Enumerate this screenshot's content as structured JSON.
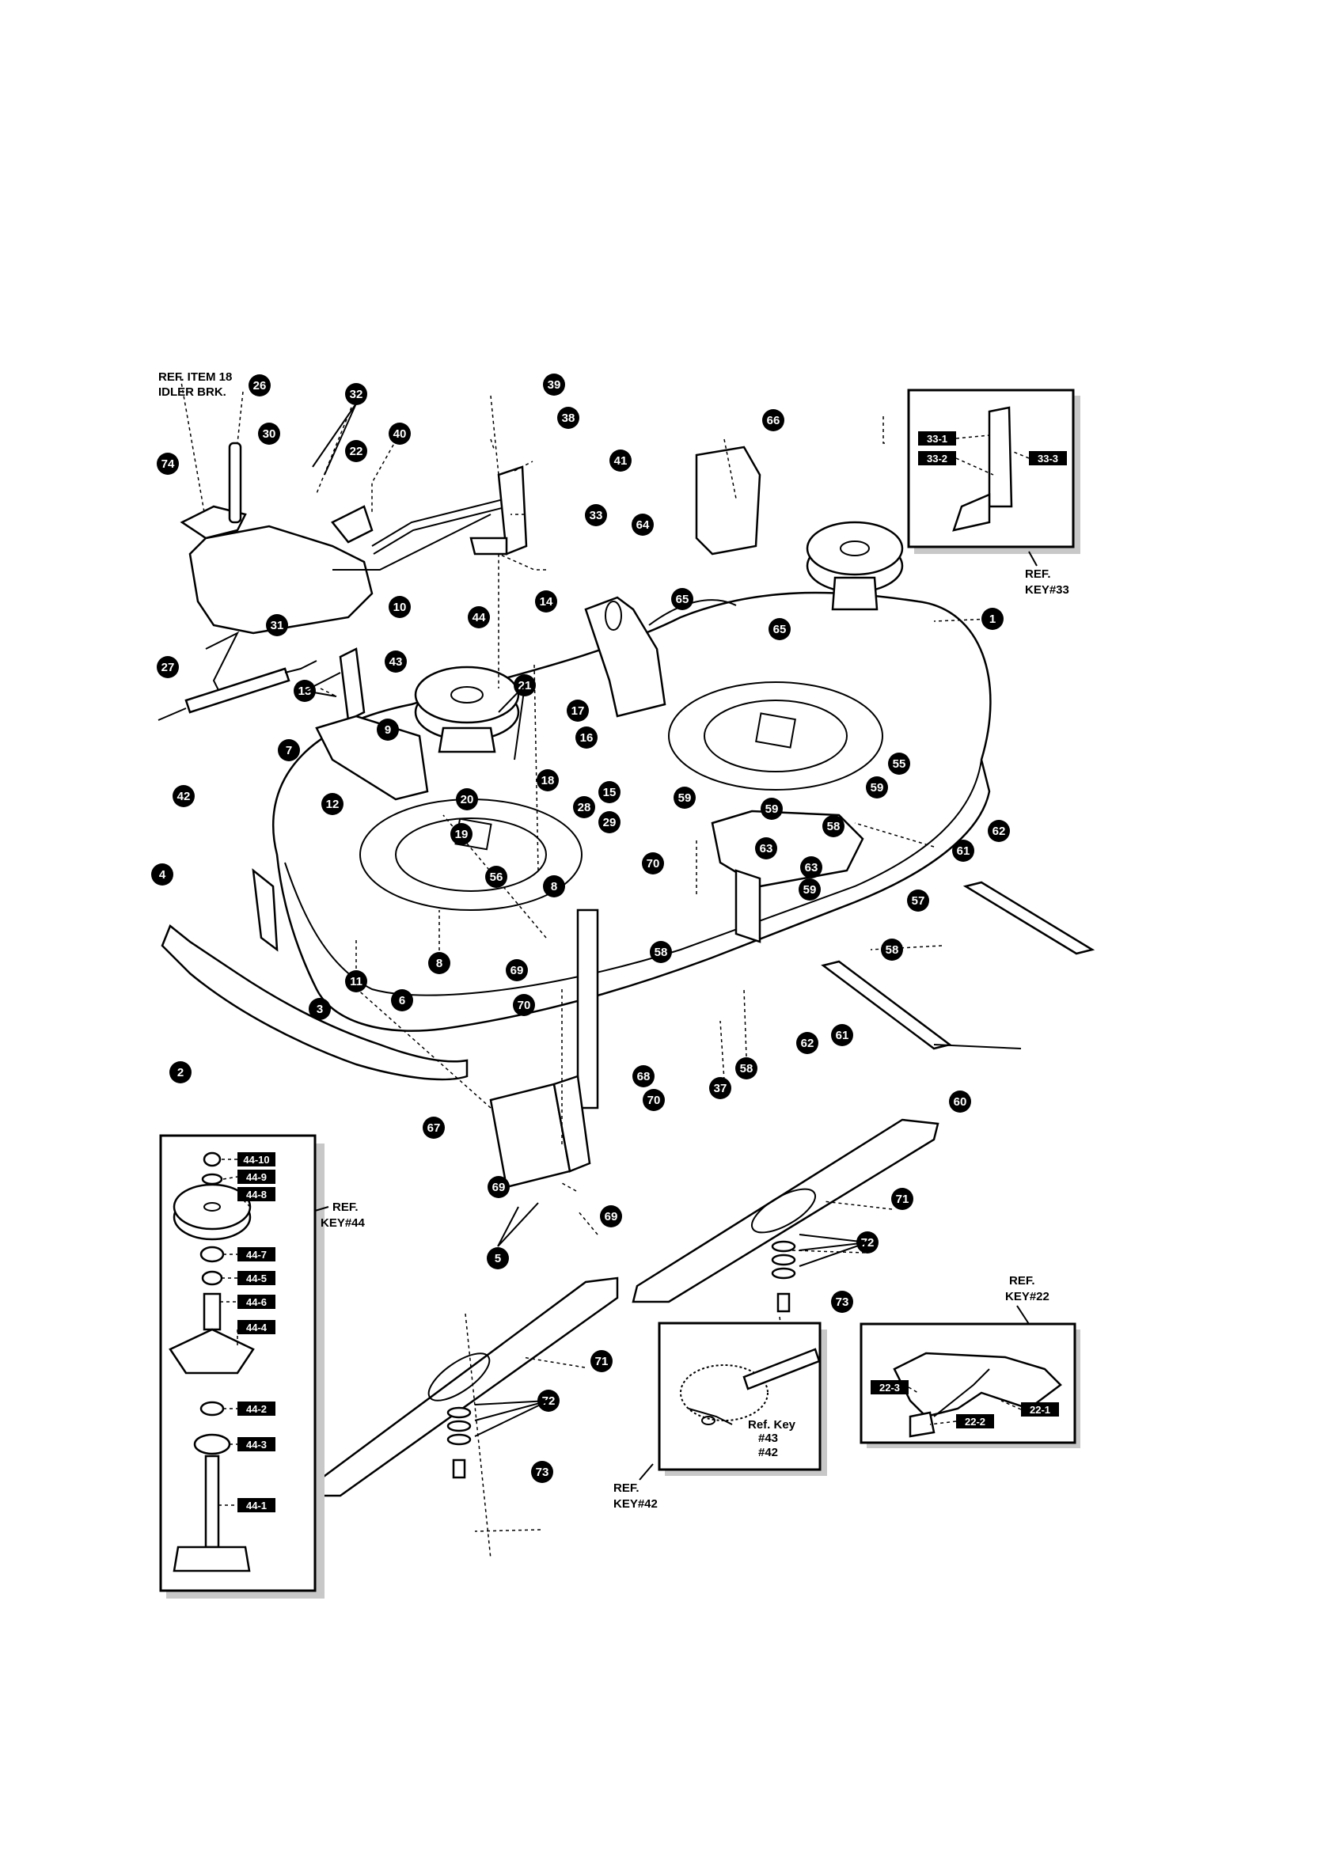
{
  "notes": {
    "ref_item_18": "REF. ITEM 18",
    "idler_brk": "IDLER BRK.",
    "ref_key_33_a": "REF.",
    "ref_key_33_b": "KEY#33",
    "ref_key_44_a": "REF.",
    "ref_key_44_b": "KEY#44",
    "ref_key_22_a": "REF.",
    "ref_key_22_b": "KEY#22",
    "ref_key_42_a": "REF.",
    "ref_key_42_b": "KEY#42",
    "inset_ref_key_a": "Ref. Key",
    "inset_ref_key_b": "#43",
    "inset_ref_key_c": "#42"
  },
  "callouts": {
    "c1": "1",
    "c2": "2",
    "c3": "3",
    "c4": "4",
    "c5": "5",
    "c6": "6",
    "c7": "7",
    "c8a": "8",
    "c8b": "8",
    "c9": "9",
    "c10": "10",
    "c11": "11",
    "c12": "12",
    "c13": "13",
    "c14": "14",
    "c15": "15",
    "c16": "16",
    "c17": "17",
    "c18": "18",
    "c19": "19",
    "c20": "20",
    "c21": "21",
    "c22": "22",
    "c26": "26",
    "c27": "27",
    "c28": "28",
    "c29": "29",
    "c30": "30",
    "c31": "31",
    "c32": "32",
    "c33": "33",
    "c37": "37",
    "c38": "38",
    "c39": "39",
    "c40": "40",
    "c41": "41",
    "c42": "42",
    "c43": "43",
    "c44": "44",
    "c55": "55",
    "c56": "56",
    "c57": "57",
    "c58a": "58",
    "c58b": "58",
    "c58c": "58",
    "c58d": "58",
    "c59a": "59",
    "c59b": "59",
    "c59c": "59",
    "c59d": "59",
    "c60": "60",
    "c61a": "61",
    "c61b": "61",
    "c62a": "62",
    "c62b": "62",
    "c63a": "63",
    "c63b": "63",
    "c64": "64",
    "c65a": "65",
    "c65b": "65",
    "c66": "66",
    "c67": "67",
    "c68": "68",
    "c69a": "69",
    "c69b": "69",
    "c69c": "69",
    "c70a": "70",
    "c70b": "70",
    "c70c": "70",
    "c71a": "71",
    "c71b": "71",
    "c72a": "72",
    "c72b": "72",
    "c73a": "73",
    "c73b": "73",
    "c74": "74"
  },
  "tags": {
    "t33_1": "33-1",
    "t33_2": "33-2",
    "t33_3": "33-3",
    "t44_10": "44-10",
    "t44_9": "44-9",
    "t44_8": "44-8",
    "t44_7": "44-7",
    "t44_5": "44-5",
    "t44_6": "44-6",
    "t44_4": "44-4",
    "t44_2": "44-2",
    "t44_3": "44-3",
    "t44_1": "44-1",
    "t22_3": "22-3",
    "t22_2": "22-2",
    "t22_1": "22-1"
  }
}
